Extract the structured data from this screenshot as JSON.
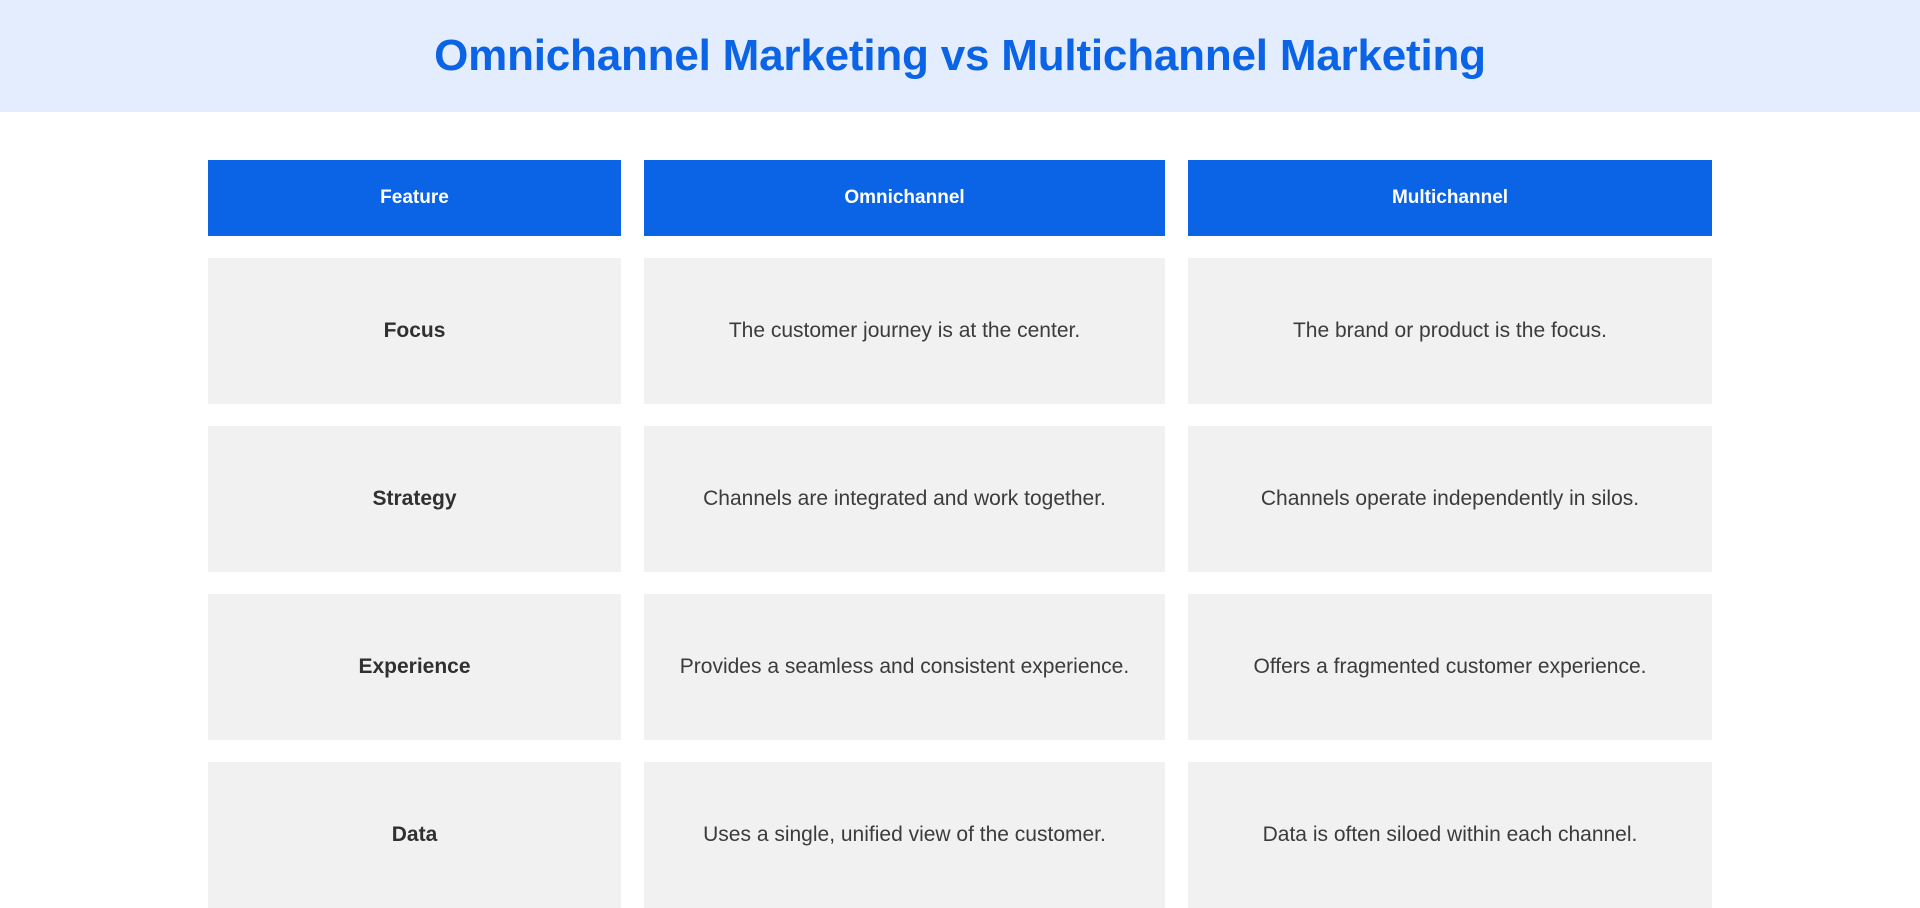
{
  "header": {
    "title": "Omnichannel Marketing vs Multichannel Marketing",
    "background_color": "#e4edfd",
    "title_color": "#0b63e5"
  },
  "theme": {
    "accent_blue": "#0b63e5",
    "row_background": "#f1f1f1",
    "page_background": "#ffffff",
    "body_text_color": "#3b3b3b",
    "feature_text_color": "#303030"
  },
  "table": {
    "columns": [
      {
        "key": "feature",
        "label": "Feature"
      },
      {
        "key": "omnichannel",
        "label": "Omnichannel"
      },
      {
        "key": "multichannel",
        "label": "Multichannel"
      }
    ],
    "rows": [
      {
        "feature": "Focus",
        "omnichannel": "The customer journey is at the center.",
        "multichannel": "The brand or product is the focus."
      },
      {
        "feature": "Strategy",
        "omnichannel": "Channels are integrated and work together.",
        "multichannel": "Channels operate independently in silos."
      },
      {
        "feature": "Experience",
        "omnichannel": "Provides a seamless and consistent experience.",
        "multichannel": "Offers a fragmented customer experience."
      },
      {
        "feature": "Data",
        "omnichannel": "Uses a single, unified view of the customer.",
        "multichannel": "Data is often siloed within each channel."
      }
    ]
  }
}
